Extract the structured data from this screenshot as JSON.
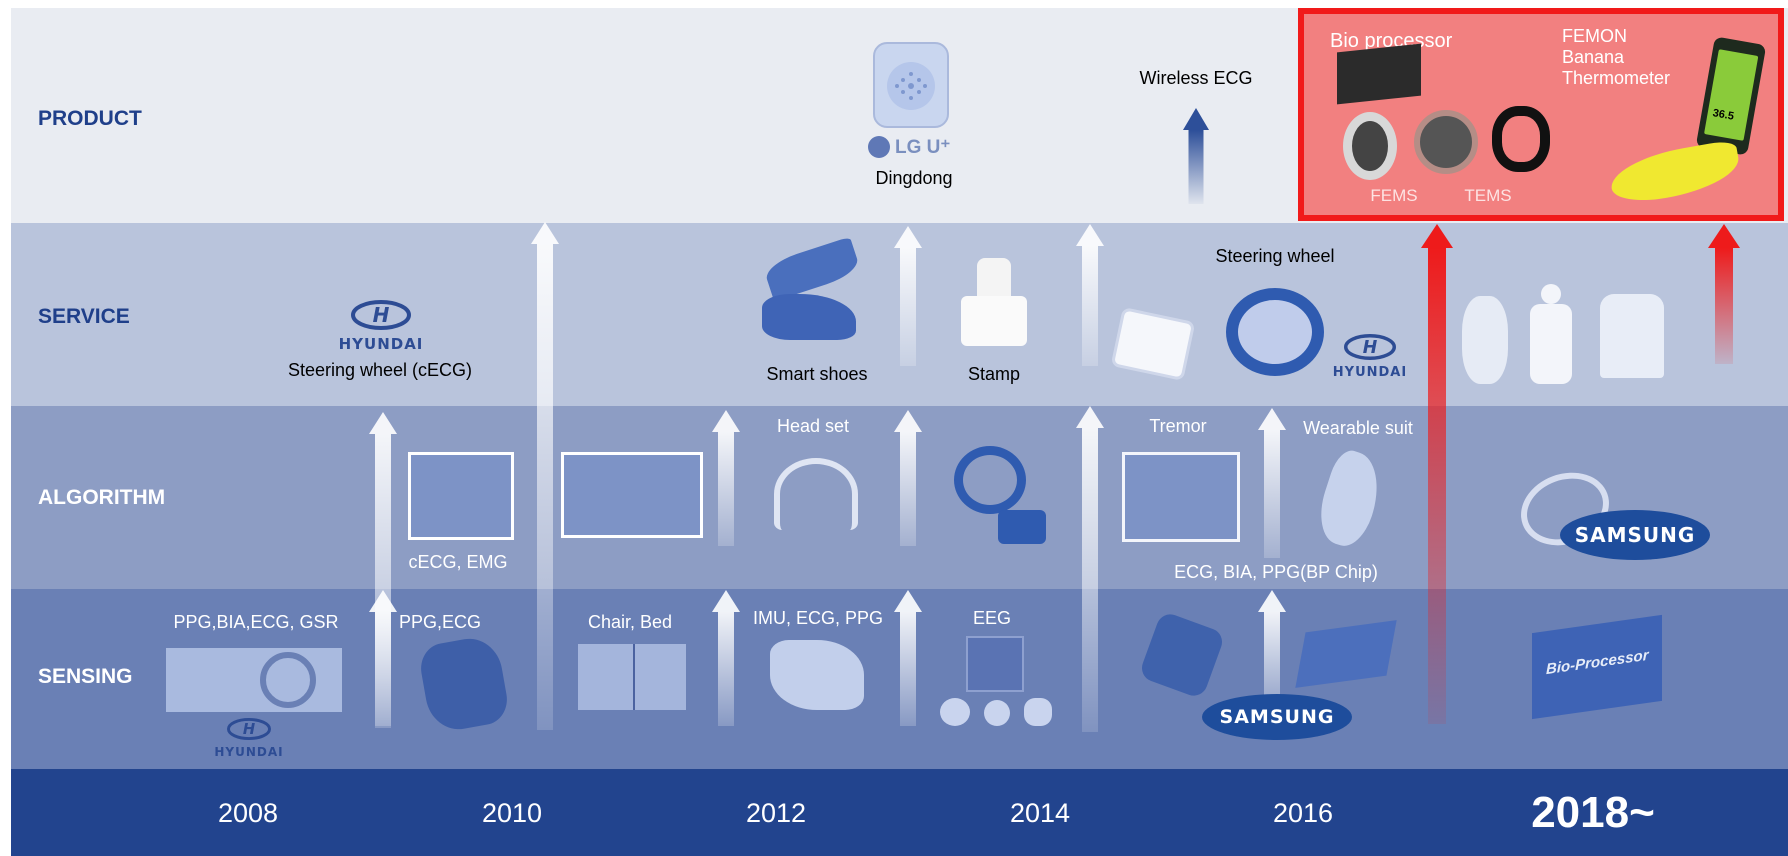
{
  "rows": {
    "product": "PRODUCT",
    "service": "SERVICE",
    "algorithm": "ALGORITHM",
    "sensing": "SENSING"
  },
  "years": [
    "2008",
    "2010",
    "2012",
    "2014",
    "2016",
    "2018~"
  ],
  "product": {
    "dingdong_brand": "LG U⁺",
    "dingdong_label": "Dingdong",
    "wireless_ecg": "Wireless ECG",
    "bio_processor": "Bio processor",
    "femon_lines": [
      "FEMON",
      "Banana",
      "Thermometer"
    ],
    "fems": "FEMS",
    "tems": "TEMS",
    "thermo_reading": "36.5"
  },
  "service": {
    "hyundai_logo_1": "HYUNDAI",
    "steering_cecg": "Steering wheel (cECG)",
    "smart_shoes": "Smart shoes",
    "stamp": "Stamp",
    "steering_wheel": "Steering wheel",
    "hyundai_logo_2": "HYUNDAI"
  },
  "algorithm": {
    "cecg_emg": "cECG, EMG",
    "head_set": "Head set",
    "tremor": "Tremor",
    "wearable_suit": "Wearable suit",
    "ecg_bia_ppg": "ECG, BIA, PPG(BP Chip)",
    "samsung_logo": "SAMSUNG"
  },
  "sensing": {
    "ppg_bia_ecg_gsr": "PPG,BIA,ECG, GSR",
    "hyundai_logo": "HYUNDAI",
    "ppg_ecg": "PPG,ECG",
    "chair_bed": "Chair, Bed",
    "imu_ecg_ppg": "IMU, ECG, PPG",
    "eeg": "EEG",
    "samsung_logo": "SAMSUNG",
    "bio_processor_chip": "Bio-Processor"
  },
  "colors": {
    "product_band": "#e9ecf2",
    "service_band": "#b9c4dc",
    "algorithm_band": "#8d9dc4",
    "sensing_band": "#6a80b5",
    "year_band": "#22448e",
    "highlight_fill": "#f28080",
    "highlight_border": "#f11a1a",
    "label_blue": "#1f3f8a"
  }
}
